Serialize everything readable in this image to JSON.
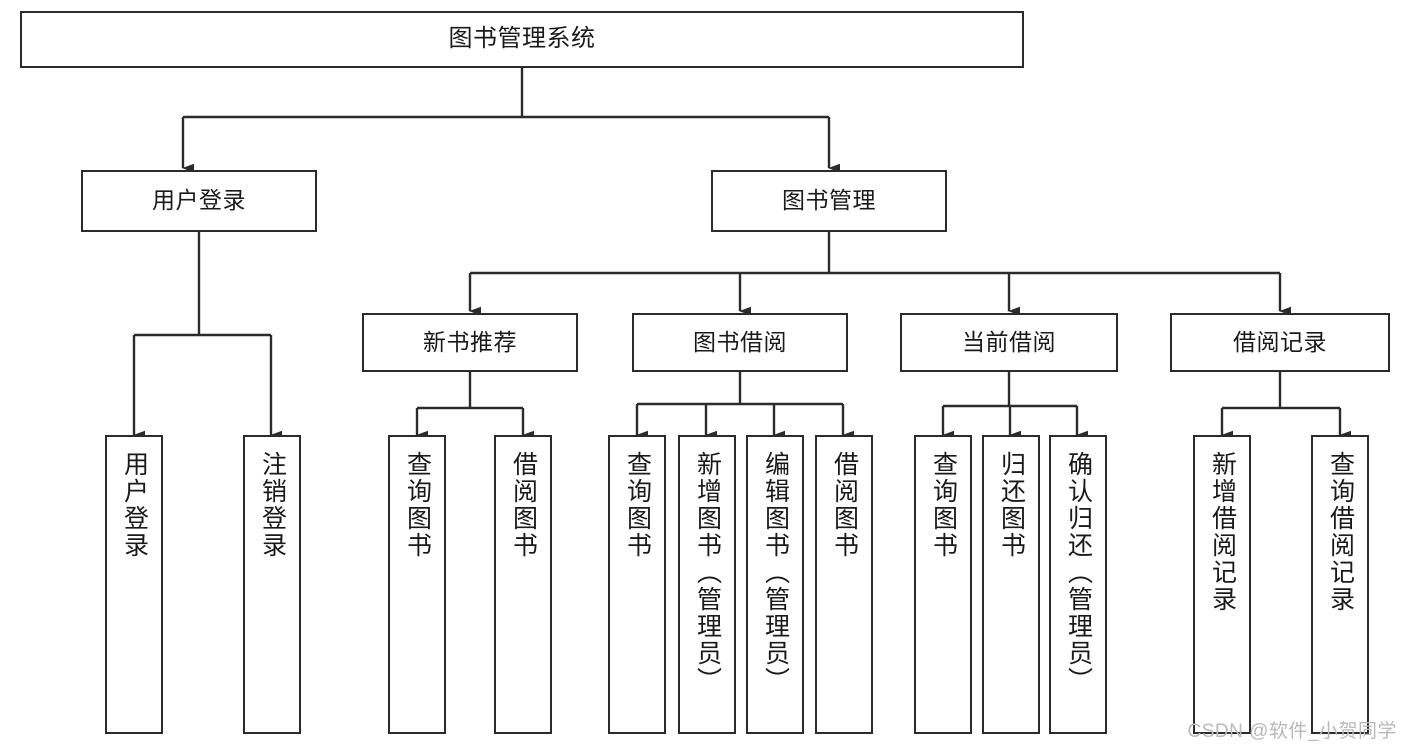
{
  "diagram": {
    "title": "图书管理系统",
    "type": "tree",
    "stroke_color": "#2b2b2b",
    "fill_color": "#ffffff",
    "text_color": "#1a1a1a",
    "root": {
      "id": "root",
      "label": "图书管理系统"
    },
    "level2": [
      {
        "id": "user-login",
        "label": "用户登录"
      },
      {
        "id": "book-manage",
        "label": "图书管理"
      }
    ],
    "level3": [
      {
        "id": "new-book-recommend",
        "label": "新书推荐"
      },
      {
        "id": "book-borrow",
        "label": "图书借阅"
      },
      {
        "id": "current-borrow",
        "label": "当前借阅"
      },
      {
        "id": "borrow-record",
        "label": "借阅记录"
      }
    ],
    "leaves": {
      "user_login": [
        {
          "id": "leaf-user-login",
          "label": "用户登录"
        },
        {
          "id": "leaf-logout-login",
          "label": "注销登录"
        }
      ],
      "new_book_recommend": [
        {
          "id": "leaf-query-book-1",
          "label": "查询图书"
        },
        {
          "id": "leaf-borrow-book-1",
          "label": "借阅图书"
        }
      ],
      "book_borrow": [
        {
          "id": "leaf-query-book-2",
          "label": "查询图书"
        },
        {
          "id": "leaf-add-book",
          "label": "新增图书（管理员）"
        },
        {
          "id": "leaf-edit-book",
          "label": "编辑图书（管理员）"
        },
        {
          "id": "leaf-borrow-book-2",
          "label": "借阅图书"
        }
      ],
      "current_borrow": [
        {
          "id": "leaf-query-book-3",
          "label": "查询图书"
        },
        {
          "id": "leaf-return-book",
          "label": "归还图书"
        },
        {
          "id": "leaf-confirm-return",
          "label": "确认归还（管理员）"
        }
      ],
      "borrow_record": [
        {
          "id": "leaf-add-record",
          "label": "新增借阅记录"
        },
        {
          "id": "leaf-query-record",
          "label": "查询借阅记录"
        }
      ]
    }
  },
  "watermark": {
    "text": "CSDN @软件_小贺同学"
  }
}
